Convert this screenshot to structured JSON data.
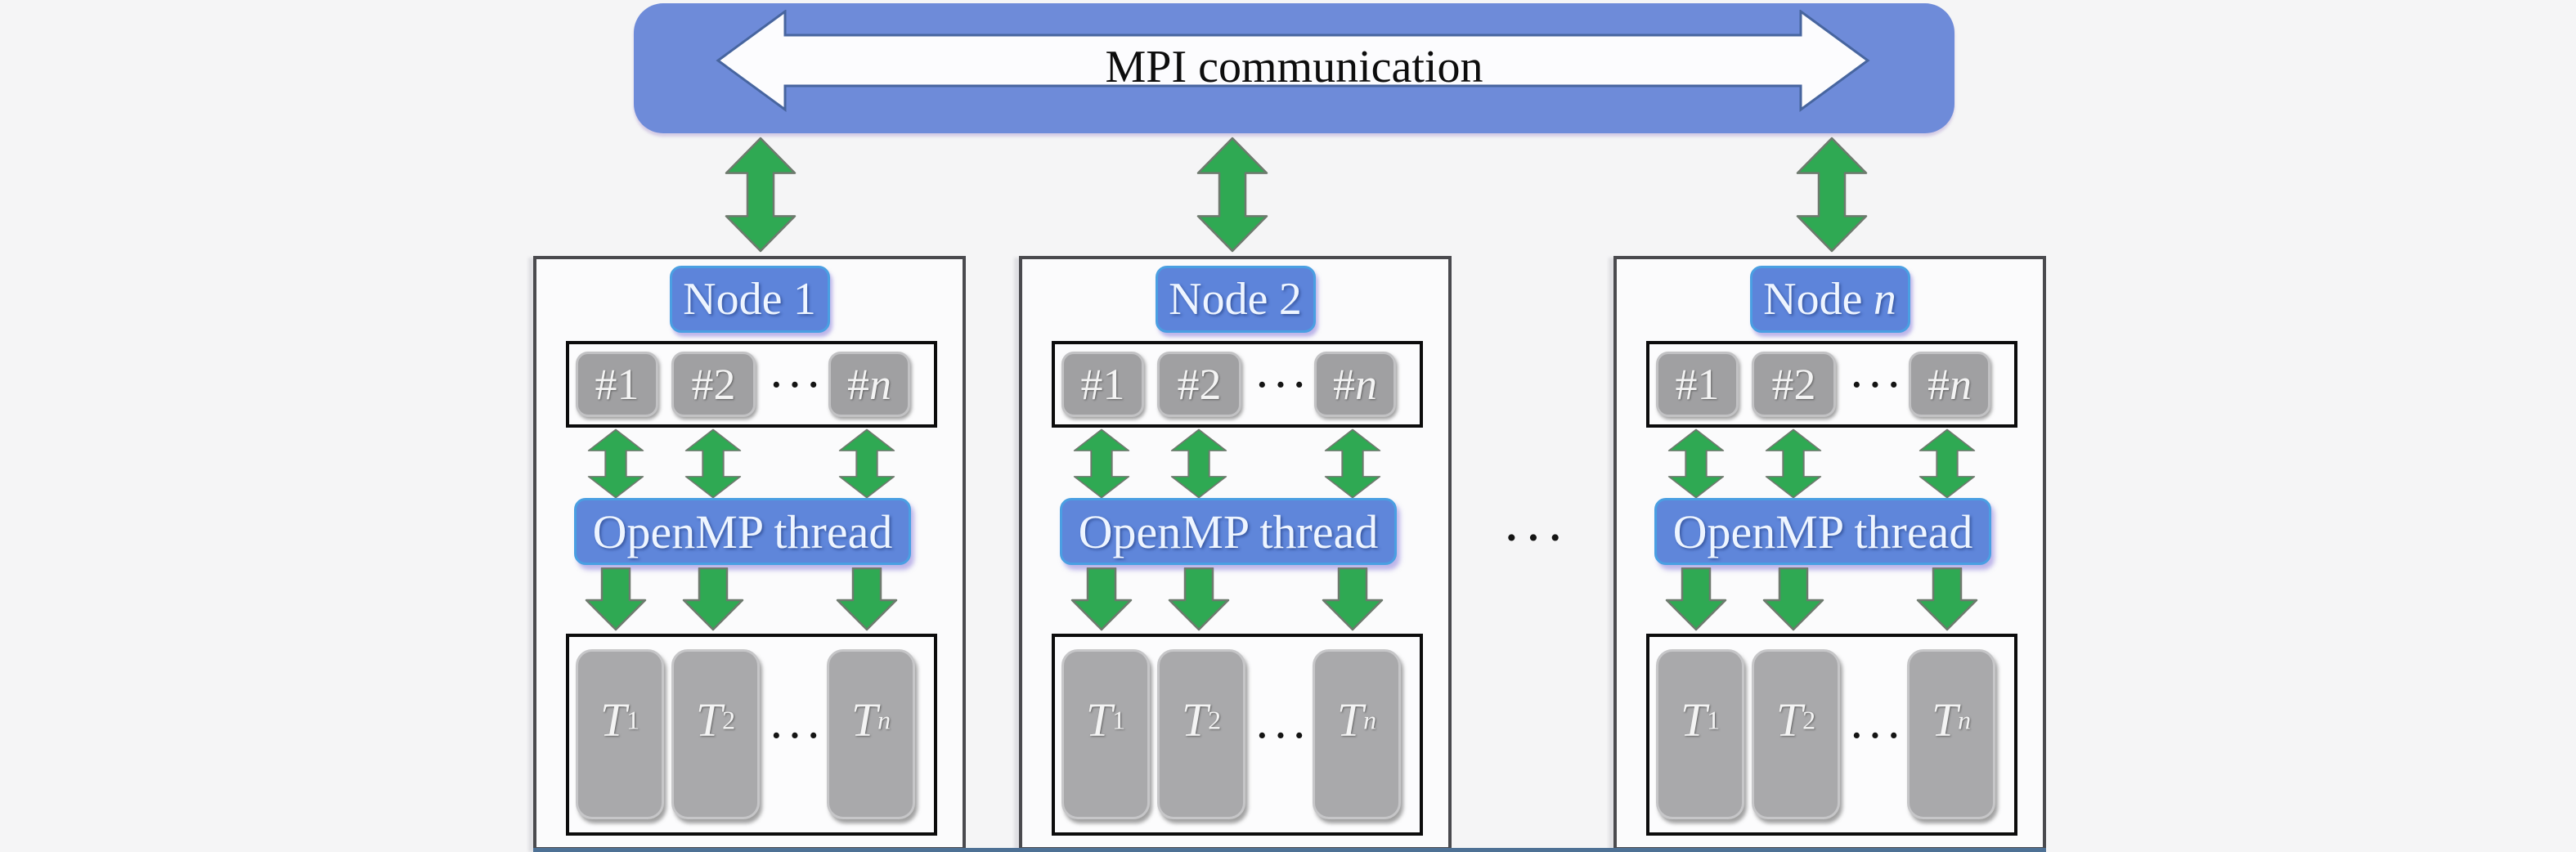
{
  "figure": {
    "background": "#f5f5f6",
    "description_domain": "diagram"
  },
  "colors": {
    "banner_blue": "#6e8bd9",
    "label_blue": "#5d84da",
    "label_border_blue": "#4a9fe2",
    "arrow_green": "#2fa953",
    "chip_gray": "#a0a0a2",
    "bar_gray": "#a9a9ab",
    "inner_box_border": "#0c0c0c",
    "node_border": "#4a4a4e",
    "bottom_rule_blue": "#4e7195",
    "mpi_arrow_fill": "#fcfcfe",
    "mpi_arrow_stroke": "#47659f"
  },
  "icons": {
    "mpi_arrow": "double-headed-horizontal-arrow",
    "node_link_arrow": "double-headed-vertical-arrow",
    "core_link_arrow": "double-headed-vertical-arrow",
    "thread_link_arrow": "down-arrow"
  },
  "banner": {
    "label": "MPI communication"
  },
  "inter_node_ellipsis": "···",
  "nodes": [
    {
      "title_prefix": "Node",
      "title_number": "1",
      "core1": "#1",
      "core2": "#2",
      "core_dots": "···",
      "coren_hash": "#",
      "coren_n": "n",
      "openmp_label": "OpenMP thread",
      "t_base": "T",
      "t1_sub": "1",
      "t2_sub": "2",
      "thread_dots": "···",
      "tn_sub": "n"
    },
    {
      "title_prefix": "Node",
      "title_number": "2",
      "core1": "#1",
      "core2": "#2",
      "core_dots": "···",
      "coren_hash": "#",
      "coren_n": "n",
      "openmp_label": "OpenMP thread",
      "t_base": "T",
      "t1_sub": "1",
      "t2_sub": "2",
      "thread_dots": "···",
      "tn_sub": "n"
    },
    {
      "title_prefix": "Node",
      "title_number": "n",
      "core1": "#1",
      "core2": "#2",
      "core_dots": "···",
      "coren_hash": "#",
      "coren_n": "n",
      "openmp_label": "OpenMP thread",
      "t_base": "T",
      "t1_sub": "1",
      "t2_sub": "2",
      "thread_dots": "···",
      "tn_sub": "n"
    }
  ]
}
